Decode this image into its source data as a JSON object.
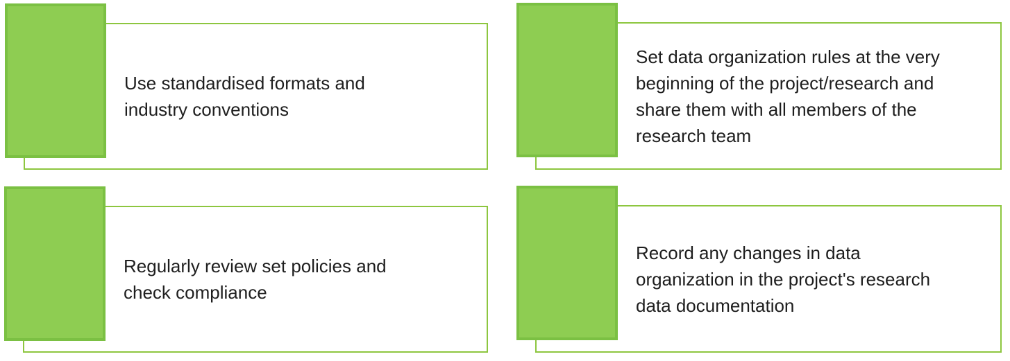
{
  "colors": {
    "square_fill": "#8ECD52",
    "square_border": "#7BC043",
    "outline": "#8DC63F",
    "text": "#1E1E1E",
    "canvas_bg": "#FFFFFF"
  },
  "cards": [
    {
      "id": "top-left",
      "lines": [
        "Use standardised formats and",
        "industry conventions"
      ],
      "text": "Use standardised formats and industry conventions"
    },
    {
      "id": "top-right",
      "lines": [
        "Set data organization rules at the very",
        "beginning of the project/research and",
        "share them with all members of the",
        "research team"
      ],
      "text": "Set data organization rules at the very beginning of the project/research and share them with all members of the research team"
    },
    {
      "id": "bottom-left",
      "lines": [
        "Regularly review set policies and",
        "check compliance"
      ],
      "text": "Regularly review set policies and check compliance"
    },
    {
      "id": "bottom-right",
      "lines": [
        "Record any changes in data",
        "organization in the project's research",
        "data documentation"
      ],
      "text": "Record any changes in data organization in the project's research data documentation"
    }
  ]
}
